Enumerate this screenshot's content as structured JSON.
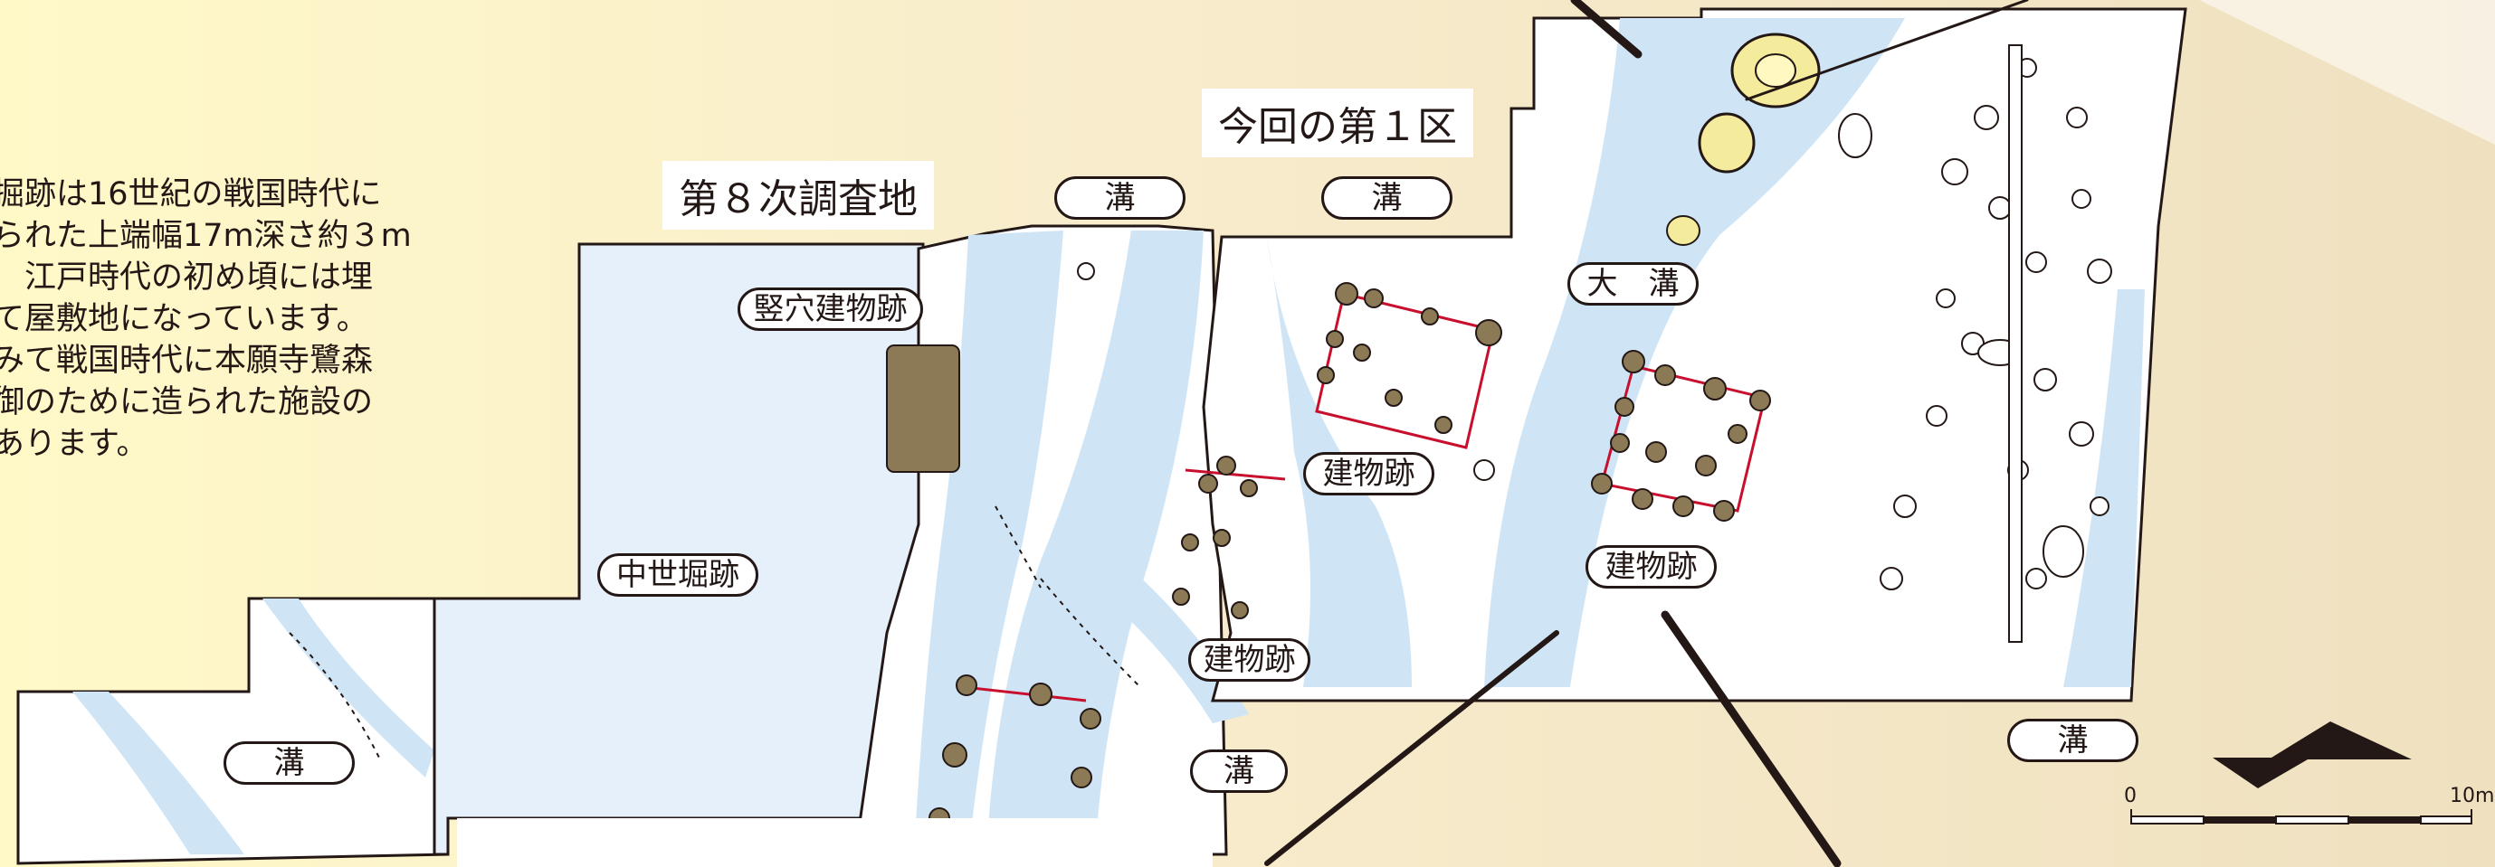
{
  "intro_lines": [
    "掘跡は16世紀の戦国時代に",
    "られた上端幅17m深さ約３m",
    "　江戸時代の初め頃には埋",
    "て屋敷地になっています。",
    "みて戦国時代に本願寺鷺森",
    "御のために造られた施設の",
    "あります。"
  ],
  "site_titles": {
    "survey8": "第８次調査地",
    "current": "今回の第１区"
  },
  "labels": {
    "ditch": "溝",
    "large_ditch": "大　溝",
    "pit_dwelling": "竪穴建物跡",
    "building": "建物跡",
    "medieval_moat": "中世堀跡"
  },
  "scale_bar": {
    "start": "0",
    "end": "10m"
  },
  "colors": {
    "ditch_fill": "#cfe5f6",
    "posthole_fill": "#8b7a55",
    "building_outline": "#c8102e",
    "pit_fill": "#f4ec9c"
  }
}
